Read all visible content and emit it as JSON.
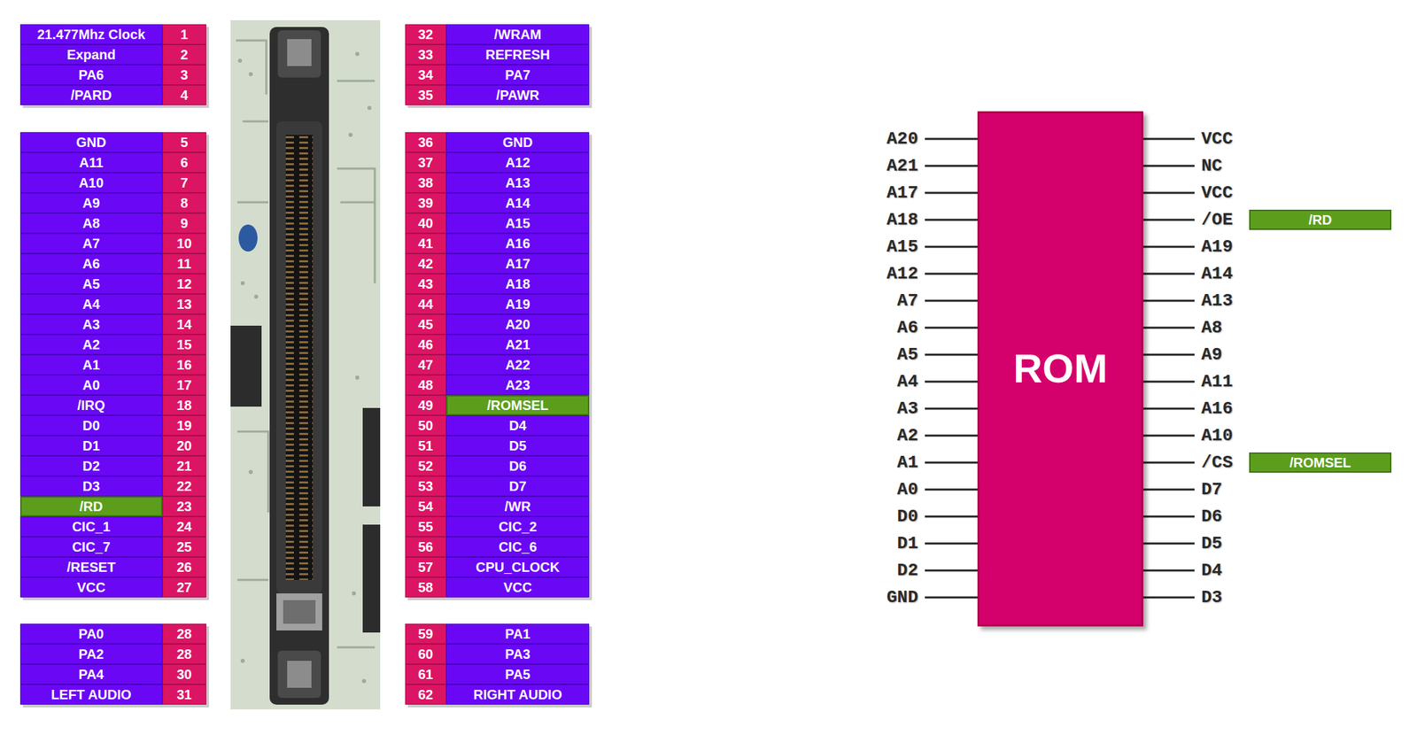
{
  "diagram": {
    "nodes": [
      {
        "text": [
          "21.477Mhz Clock"
        ]
      },
      {
        "text": [
          "1"
        ]
      },
      {
        "text": [
          "Expand"
        ]
      },
      {
        "text": [
          "2"
        ]
      },
      {
        "text": [
          "PA6"
        ]
      },
      {
        "text": [
          "3"
        ]
      },
      {
        "text": [
          "/PARD"
        ]
      },
      {
        "text": [
          "4"
        ]
      },
      {
        "text": [
          "GND"
        ]
      },
      {
        "text": [
          "5"
        ]
      },
      {
        "text": [
          "A11"
        ]
      },
      {
        "text": [
          "6"
        ]
      },
      {
        "text": [
          "A10"
        ]
      },
      {
        "text": [
          "7"
        ]
      },
      {
        "text": [
          "A9"
        ]
      },
      {
        "text": [
          "8"
        ]
      },
      {
        "text": [
          "A8"
        ]
      },
      {
        "text": [
          "9"
        ]
      },
      {
        "text": [
          "A7"
        ]
      },
      {
        "text": [
          "10"
        ]
      },
      {
        "text": [
          "A6"
        ]
      },
      {
        "text": [
          "11"
        ]
      },
      {
        "text": [
          "A5"
        ]
      },
      {
        "text": [
          "12"
        ]
      },
      {
        "text": [
          "A4"
        ]
      },
      {
        "text": [
          "13"
        ]
      },
      {
        "text": [
          "A3"
        ]
      },
      {
        "text": [
          "14"
        ]
      },
      {
        "text": [
          "A2"
        ]
      },
      {
        "text": [
          "15"
        ]
      },
      {
        "text": [
          "A1"
        ]
      },
      {
        "text": [
          "16"
        ]
      },
      {
        "text": [
          "A0"
        ]
      },
      {
        "text": [
          "17"
        ]
      },
      {
        "text": [
          "/IRQ"
        ]
      },
      {
        "text": [
          "18"
        ]
      },
      {
        "text": [
          "D0"
        ]
      },
      {
        "text": [
          "19"
        ]
      },
      {
        "text": [
          "D1"
        ]
      },
      {
        "text": [
          "20"
        ]
      },
      {
        "text": [
          "D2"
        ]
      },
      {
        "text": [
          "21"
        ]
      },
      {
        "text": [
          "D3"
        ]
      },
      {
        "text": [
          "22"
        ]
      },
      {
        "text": [
          "/RD"
        ]
      },
      {
        "text": [
          "23"
        ]
      },
      {
        "text": [
          "CIC_1"
        ]
      },
      {
        "text": [
          "24"
        ]
      },
      {
        "text": [
          "CIC_7"
        ]
      },
      {
        "text": [
          "25"
        ]
      },
      {
        "text": [
          "/RESET"
        ]
      },
      {
        "text": [
          "26"
        ]
      },
      {
        "text": [
          "VCC"
        ]
      },
      {
        "text": [
          "27"
        ]
      },
      {
        "text": [
          "PA0"
        ]
      },
      {
        "text": [
          "28"
        ]
      },
      {
        "text": [
          "PA2"
        ]
      },
      {
        "text": [
          "28"
        ]
      },
      {
        "text": [
          "PA4"
        ]
      },
      {
        "text": [
          "30"
        ]
      },
      {
        "text": [
          "LEFT AUDIO"
        ]
      },
      {
        "text": [
          "31"
        ]
      },
      {
        "text": [
          "32"
        ]
      },
      {
        "text": [
          "/WRAM"
        ]
      },
      {
        "text": [
          "33"
        ]
      },
      {
        "text": [
          "REFRESH"
        ]
      },
      {
        "text": [
          "34"
        ]
      },
      {
        "text": [
          "PA7"
        ]
      },
      {
        "text": [
          "35"
        ]
      },
      {
        "text": [
          "/PAWR"
        ]
      },
      {
        "text": [
          "36"
        ]
      },
      {
        "text": [
          "GND"
        ]
      },
      {
        "text": [
          "37"
        ]
      },
      {
        "text": [
          "A12"
        ]
      },
      {
        "text": [
          "38"
        ]
      },
      {
        "text": [
          "A13"
        ]
      },
      {
        "text": [
          "39"
        ]
      },
      {
        "text": [
          "A14"
        ]
      },
      {
        "text": [
          "40"
        ]
      },
      {
        "text": [
          "A15"
        ]
      },
      {
        "text": [
          "41"
        ]
      },
      {
        "text": [
          "A16"
        ]
      },
      {
        "text": [
          "42"
        ]
      },
      {
        "text": [
          "A17"
        ]
      },
      {
        "text": [
          "43"
        ]
      },
      {
        "text": [
          "A18"
        ]
      },
      {
        "text": [
          "44"
        ]
      },
      {
        "text": [
          "A19"
        ]
      },
      {
        "text": [
          "45"
        ]
      },
      {
        "text": [
          "A20"
        ]
      },
      {
        "text": [
          "46"
        ]
      },
      {
        "text": [
          "A21"
        ]
      },
      {
        "text": [
          "47"
        ]
      },
      {
        "text": [
          "A22"
        ]
      },
      {
        "text": [
          "48"
        ]
      },
      {
        "text": [
          "A23"
        ]
      },
      {
        "text": [
          "49"
        ]
      },
      {
        "text": [
          "/ROMSEL"
        ]
      },
      {
        "text": [
          "50"
        ]
      },
      {
        "text": [
          "D4"
        ]
      },
      {
        "text": [
          "51"
        ]
      },
      {
        "text": [
          "D5"
        ]
      },
      {
        "text": [
          "52"
        ]
      },
      {
        "text": [
          "D6"
        ]
      },
      {
        "text": [
          "53"
        ]
      },
      {
        "text": [
          "D7"
        ]
      },
      {
        "text": [
          "54"
        ]
      },
      {
        "text": [
          "/WR"
        ]
      },
      {
        "text": [
          "55"
        ]
      },
      {
        "text": [
          "CIC_2"
        ]
      },
      {
        "text": [
          "56"
        ]
      },
      {
        "text": [
          "CIC_6"
        ]
      },
      {
        "text": [
          "57"
        ]
      },
      {
        "text": [
          "CPU_CLOCK"
        ]
      },
      {
        "text": [
          "58"
        ]
      },
      {
        "text": [
          "VCC"
        ]
      },
      {
        "text": [
          "59"
        ]
      },
      {
        "text": [
          "PA1"
        ]
      },
      {
        "text": [
          "60"
        ]
      },
      {
        "text": [
          "PA3"
        ]
      },
      {
        "text": [
          "61"
        ]
      },
      {
        "text": [
          "PA5"
        ]
      },
      {
        "text": [
          "62"
        ]
      },
      {
        "text": [
          "RIGHT AUDIO"
        ]
      },
      {
        "text": [
          "ROM"
        ]
      },
      {
        "text": [
          "/RD"
        ]
      },
      {
        "text": [
          "/ROMSEL"
        ]
      }
    ],
    "labels": [
      "A20",
      "A21",
      "A17",
      "A18",
      "A15",
      "A12",
      "A7",
      "A6",
      "A5",
      "A4",
      "A3",
      "A2",
      "A1",
      "A0",
      "D0",
      "D1",
      "D2",
      "GND",
      "VCC",
      "NC",
      "VCC",
      "/OE",
      "A19",
      "A14",
      "A13",
      "A8",
      "A9",
      "A11",
      "A16",
      "A10",
      "/CS",
      "D7",
      "D6",
      "D5",
      "D4",
      "D3"
    ]
  }
}
